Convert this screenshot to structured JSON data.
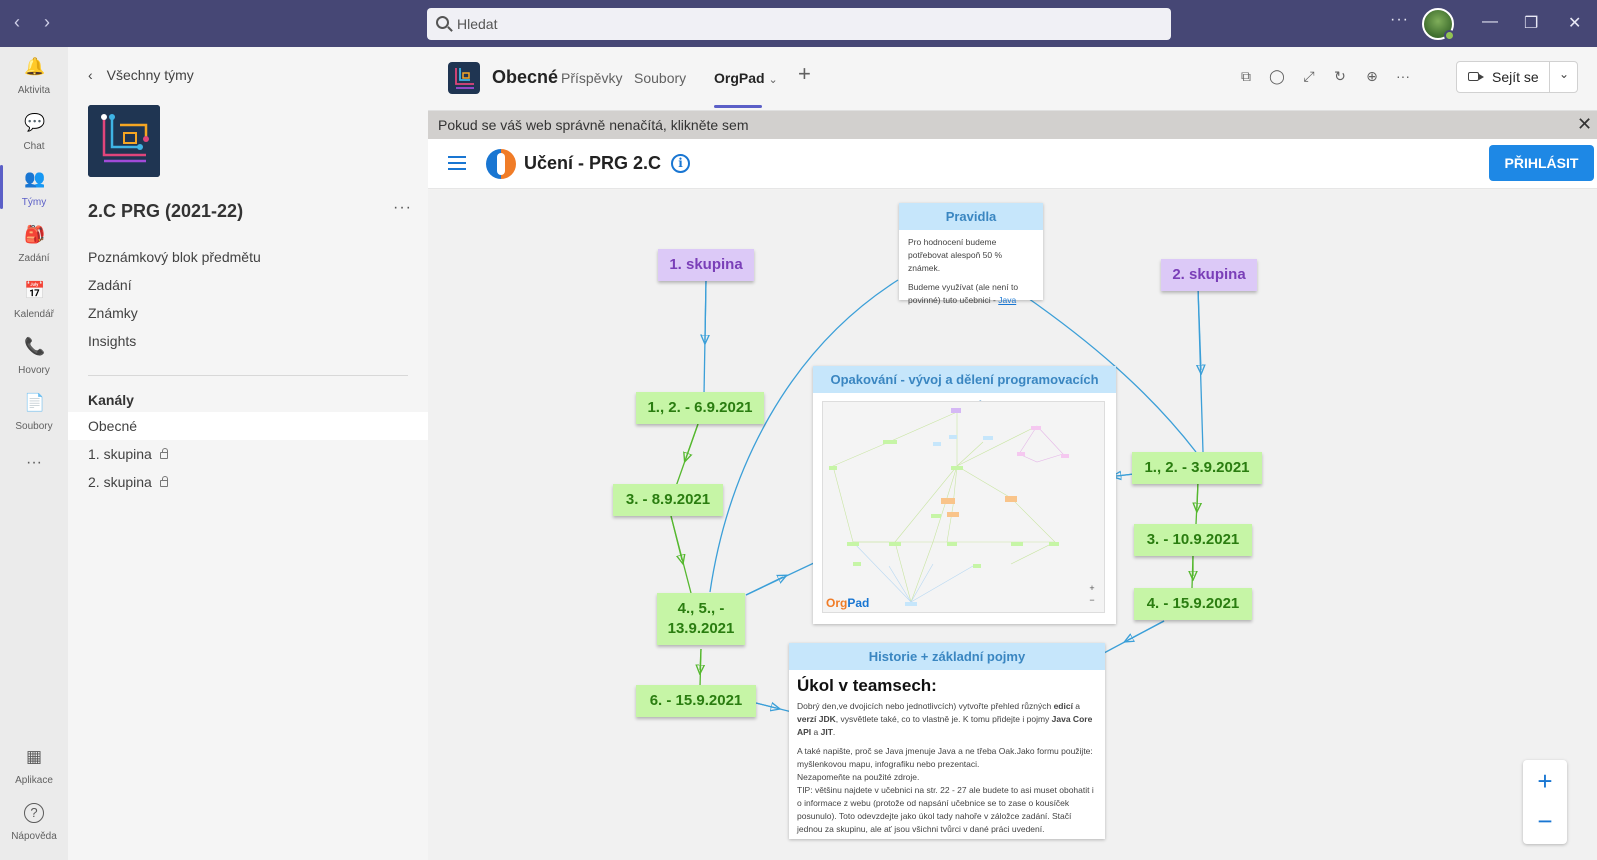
{
  "titlebar": {
    "search_placeholder": "Hledat",
    "back_glyph": "‹",
    "forward_glyph": "›",
    "more": "···",
    "minimize": "—",
    "maximize": "❐",
    "close": "✕"
  },
  "rail": {
    "items": [
      {
        "label": "Aktivita",
        "icon": "bell-icon",
        "glyph": "🔔"
      },
      {
        "label": "Chat",
        "icon": "chat-icon",
        "glyph": "💬"
      },
      {
        "label": "Týmy",
        "icon": "teams-icon",
        "glyph": "👥"
      },
      {
        "label": "Zadání",
        "icon": "assignment-icon",
        "glyph": "🎒"
      },
      {
        "label": "Kalendář",
        "icon": "calendar-icon",
        "glyph": "📅"
      },
      {
        "label": "Hovory",
        "icon": "phone-icon",
        "glyph": "📞"
      },
      {
        "label": "Soubory",
        "icon": "file-icon",
        "glyph": "📄"
      }
    ],
    "more": "···",
    "apps": {
      "label": "Aplikace",
      "glyph": "▦"
    },
    "help": {
      "label": "Nápověda",
      "glyph": "?"
    }
  },
  "team": {
    "back_label": "Všechny týmy",
    "name": "2.C PRG (2021-22)",
    "more": "···",
    "links": [
      "Poznámkový blok předmětu",
      "Zadání",
      "Známky",
      "Insights"
    ],
    "channels_heading": "Kanály",
    "channels": [
      {
        "name": "Obecné",
        "private": false
      },
      {
        "name": "1. skupina",
        "private": true
      },
      {
        "name": "2. skupina",
        "private": true
      }
    ]
  },
  "channel_header": {
    "title": "Obecné",
    "tabs": [
      "Příspěvky",
      "Soubory",
      "OrgPad"
    ],
    "active_tab": "OrgPad",
    "add_tab": "+",
    "meet_label": "Sejít se",
    "dropdown": "⌄",
    "more": "···"
  },
  "notice": {
    "text": "Pokud se váš web správně nenačítá, klikněte sem",
    "close": "✕"
  },
  "orgpad": {
    "title": "Učení - PRG 2.C",
    "info": "i",
    "login_label": "PŘIHLÁSIT",
    "brand_org": "Org",
    "brand_pad": "Pad",
    "zoom_in": "+",
    "zoom_out": "−",
    "mini_plus": "+",
    "mini_minus": "−"
  },
  "map": {
    "group1": "1. skupina",
    "group2": "2. skupina",
    "g1_dates": [
      "1., 2. - 6.9.2021",
      "3. - 8.9.2021",
      "4., 5., -",
      "13.9.2021",
      "6. - 15.9.2021"
    ],
    "g2_dates": [
      "1., 2. - 3.9.2021",
      "3. - 10.9.2021",
      "4. - 15.9.2021"
    ],
    "rules": {
      "title": "Pravidla",
      "p1": "Pro hodnocení budeme potřebovat alespoň 50 % známek.",
      "p2": "Budeme využívat (ale není to povinné) tuto učebnici - ",
      "link": "Java"
    },
    "repeat": {
      "title": "Opakování - vývoj a dělení programovacích jazyků"
    },
    "history": {
      "title": "Historie + základní pojmy",
      "heading": "Úkol v teamsech:",
      "p1a": "Dobrý den,ve dvojicích nebo jednotlivcích) vytvořte přehled různých ",
      "p1b": "edicí",
      "p1c": " a ",
      "p1d": "verzí JDK",
      "p1e": ", vysvětlete také, co to vlastně je. K tomu přidejte i pojmy ",
      "p1f": "Java Core API",
      "p1g": " a ",
      "p1h": "JIT",
      "p1i": ".",
      "p2": "A také napište, proč se Java jmenuje Java a ne třeba Oak.Jako formu použijte: myšlenkovou mapu, infografiku nebo prezentaci.",
      "p3": "Nezapomeňte na použité zdroje.",
      "p4": "TIP: většinu najdete v učebnici na str. 22 - 27 ale budete to asi muset obohatit i o informace z webu (protože od napsání učebnice se to zase o kousíček posunulo). Toto odevzdejte jako úkol tady nahoře v záložce zadání. Stačí jednou za skupinu, ale ať jsou všichni tvůrci v dané práci uvedení."
    }
  }
}
